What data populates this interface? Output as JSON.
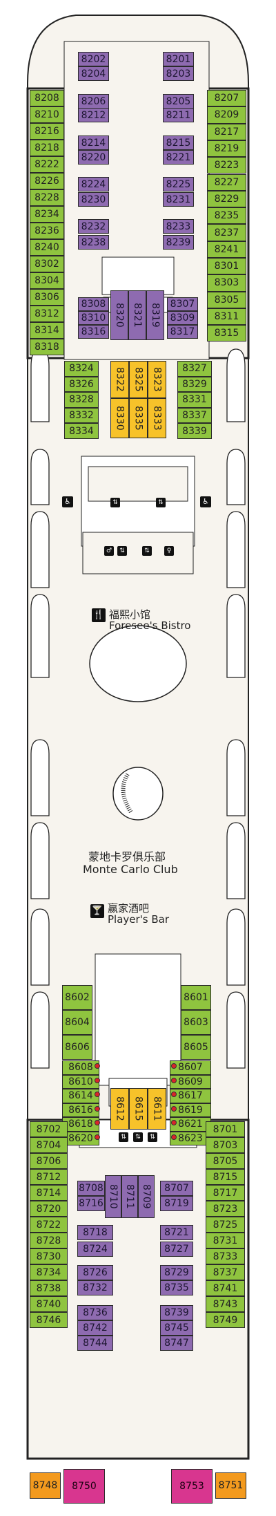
{
  "venues": {
    "bistro_cn": "福熙小馆",
    "bistro_en": "Foresee's Bistro",
    "club_cn": "蒙地卡罗俱乐部",
    "club_en": "Monte Carlo Club",
    "bar_cn": "赢家酒吧",
    "bar_en": "Player's Bar"
  },
  "icons": {
    "restaurant": "fork-knife-icon",
    "bar": "cocktail-glass-icon",
    "accessible": "wheelchair-icon",
    "star": "star-icon",
    "connecting": "connecting-room-icon",
    "lift": "elevator-icon",
    "restroom_male": "male-restroom-icon",
    "restroom_female": "female-restroom-icon"
  },
  "colors": {
    "balcony": "#8fc43f",
    "interior": "#8e6bb0",
    "oceanview": "#f7c22a",
    "suite": "#f39a1e",
    "suite_premium": "#d8368f",
    "hull": "#f7f4ee"
  },
  "cabins": {
    "fwd_left": [
      "8208",
      "8210",
      "8216",
      "8218",
      "8222",
      "8226",
      "8228",
      "8234",
      "8236",
      "8240",
      "8302",
      "8304",
      "8306",
      "8312",
      "8314",
      "8318"
    ],
    "fwd_right": [
      "8207",
      "8209",
      "8217",
      "8219",
      "8223",
      "8227",
      "8229",
      "8235",
      "8237",
      "8241",
      "8301",
      "8303",
      "8305",
      "8311",
      "8315"
    ],
    "fwd_inner_left": [
      "8202",
      "8204",
      "8206",
      "8212",
      "8214",
      "8220",
      "8224",
      "8230",
      "8232",
      "8238"
    ],
    "fwd_inner_right": [
      "8201",
      "8203",
      "8205",
      "8211",
      "8215",
      "8221",
      "8225",
      "8231",
      "8233",
      "8239"
    ],
    "fwd_mid_left": [
      "8308",
      "8310",
      "8316"
    ],
    "fwd_mid_vert": [
      "8320",
      "8321",
      "8319"
    ],
    "fwd_mid_right": [
      "8307",
      "8309",
      "8317"
    ],
    "mid_fwd_left": [
      "8324",
      "8326",
      "8328",
      "8332",
      "8334"
    ],
    "mid_fwd_right": [
      "8327",
      "8329",
      "8331",
      "8337",
      "8339"
    ],
    "mid_fwd_yellow": [
      [
        "8322",
        "8325",
        "8323"
      ],
      [
        "8330",
        "8335",
        "8333"
      ]
    ],
    "mid_aft_left": [
      "8602",
      "8604",
      "8606"
    ],
    "mid_aft_right": [
      "8601",
      "8603",
      "8605"
    ],
    "aft_fwd_left": [
      "8608",
      "8610",
      "8614",
      "8616",
      "8618",
      "8620"
    ],
    "aft_fwd_right": [
      "8607",
      "8609",
      "8617",
      "8619",
      "8621",
      "8623"
    ],
    "aft_fwd_yellow": [
      "8612",
      "8615",
      "8611"
    ],
    "aft_left": [
      "8702",
      "8704",
      "8706",
      "8712",
      "8714",
      "8720",
      "8722",
      "8728",
      "8730",
      "8734",
      "8738",
      "8740",
      "8746"
    ],
    "aft_right": [
      "8701",
      "8703",
      "8705",
      "8715",
      "8717",
      "8723",
      "8725",
      "8731",
      "8733",
      "8737",
      "8741",
      "8743",
      "8749"
    ],
    "aft_inner_left": [
      "8718",
      "8724",
      "8726",
      "8732",
      "8736",
      "8742",
      "8744"
    ],
    "aft_inner_top": [
      "8708",
      "8716",
      "8710",
      "8711",
      "8709",
      "8707",
      "8719"
    ],
    "aft_inner_right": [
      "8721",
      "8727",
      "8729",
      "8735",
      "8739",
      "8745",
      "8747"
    ],
    "aft_end": [
      "8748",
      "8750",
      "8753",
      "8751"
    ]
  }
}
